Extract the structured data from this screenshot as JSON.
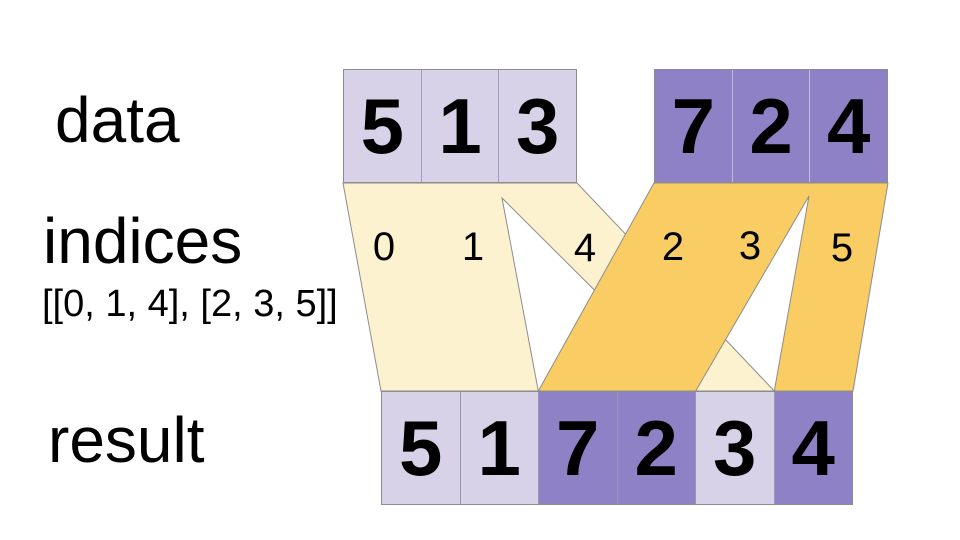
{
  "labels": {
    "data": "data",
    "indices": "indices",
    "indices_value": "[[0, 1, 4], [2, 3, 5]]",
    "result": "result"
  },
  "data_row": {
    "groups": [
      {
        "tone": "light",
        "cells": [
          "5",
          "1",
          "3"
        ]
      },
      {
        "tone": "dark",
        "cells": [
          "7",
          "2",
          "4"
        ]
      }
    ]
  },
  "indices_row": {
    "labels": [
      "0",
      "1",
      "4",
      "2",
      "3",
      "5"
    ]
  },
  "result_row": {
    "cells": [
      {
        "value": "5",
        "tone": "light"
      },
      {
        "value": "1",
        "tone": "light"
      },
      {
        "value": "7",
        "tone": "dark"
      },
      {
        "value": "2",
        "tone": "dark"
      },
      {
        "value": "3",
        "tone": "light"
      },
      {
        "value": "4",
        "tone": "dark"
      }
    ]
  },
  "colors": {
    "light_purple": "#D7D2E8",
    "dark_purple": "#8E81C6",
    "cream_band": "#FDF2CF",
    "gold_band": "#F9CD63",
    "border_gray": "#8C8C8C",
    "text": "#000000"
  }
}
